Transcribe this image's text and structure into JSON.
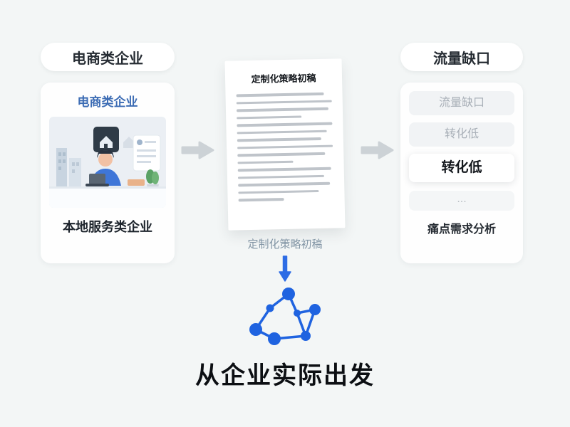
{
  "left": {
    "pill_label": "电商类企业",
    "card_title": "电商类企业",
    "card_caption": "本地服务类企业"
  },
  "center": {
    "doc_title": "定制化策略初稿",
    "doc_caption": "定制化策略初稿",
    "headline": "从企业实际出发"
  },
  "right": {
    "pill_label": "流量缺口",
    "items": [
      {
        "label": "流量缺口"
      },
      {
        "label": "转化低"
      },
      {
        "label": "转化低"
      },
      {
        "label": "..."
      }
    ],
    "caption": "痛点需求分析"
  },
  "icons": {
    "arrow_right": "arrow-right-icon",
    "arrow_down": "arrow-down-icon",
    "network": "network-graph-icon"
  },
  "colors": {
    "accent_blue": "#2363e0",
    "arrow_gray": "#ccd2d6",
    "background": "#f3f6f6",
    "muted_text": "#a9b0b8",
    "title_blue": "#3c6cb4"
  }
}
